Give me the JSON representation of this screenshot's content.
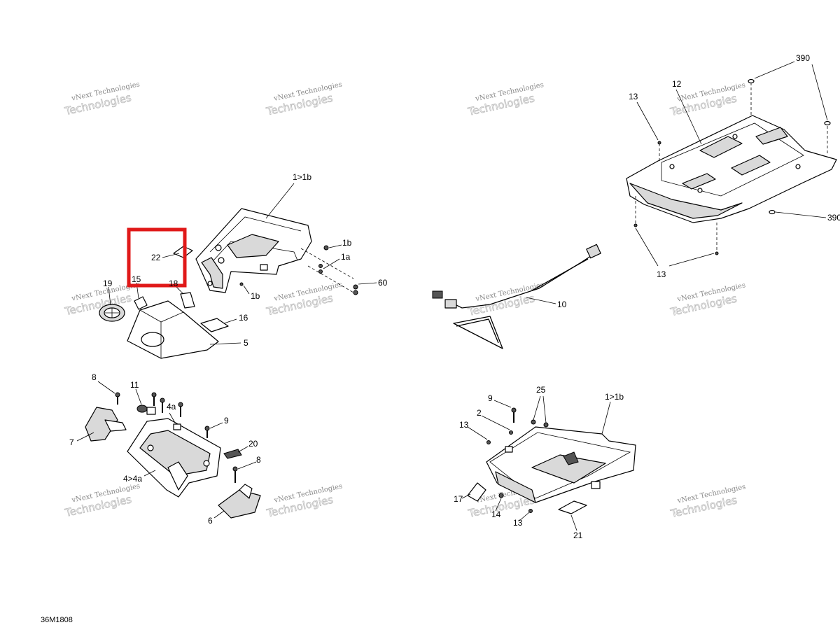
{
  "figure_code": "36M1808",
  "watermark": {
    "line1": "vNext Technologies",
    "line2": "Technologies"
  },
  "callouts": {
    "c1": "1>1b",
    "c2": "1b",
    "c3": "1a",
    "c4": "60",
    "c5": "1b",
    "c6": "22",
    "c7": "15",
    "c8": "18",
    "c9": "19",
    "c10": "16",
    "c11": "5",
    "c12": "390",
    "c13": "12",
    "c14": "13",
    "c15": "390",
    "c16": "13",
    "c17": "10",
    "c18": "8",
    "c19": "11",
    "c20": "4a",
    "c21": "9",
    "c22": "7",
    "c23": "20",
    "c24": "8",
    "c25": "4>4a",
    "c26": "6",
    "c27": "25",
    "c28": "9",
    "c29": "1>1b",
    "c30": "2",
    "c31": "13",
    "c32": "17",
    "c33": "14",
    "c34": "13",
    "c35": "21"
  },
  "highlight_color": "#e01919"
}
